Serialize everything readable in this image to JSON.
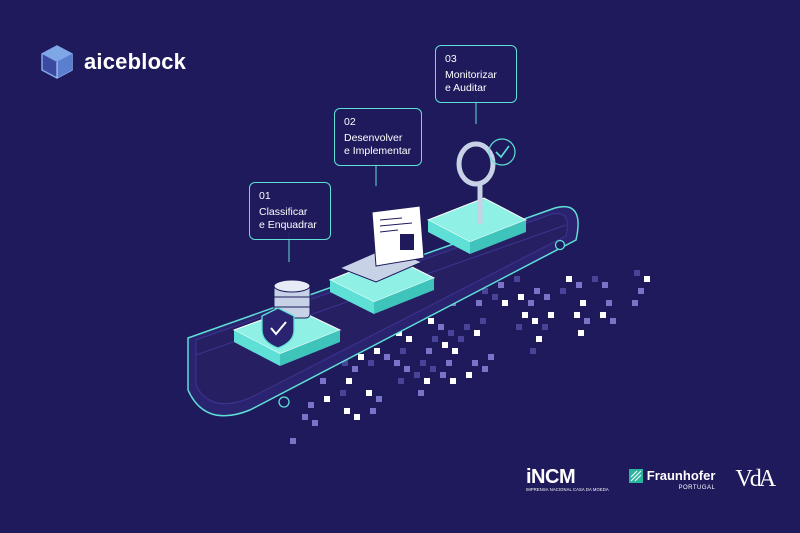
{
  "brand": {
    "name": "aiceblock",
    "logo_icon": "hexagon-cube-icon"
  },
  "steps": [
    {
      "number": "01",
      "line1": "Classificar",
      "line2": "e Enquadrar"
    },
    {
      "number": "02",
      "line1": "Desenvolver",
      "line2": "e Implementar"
    },
    {
      "number": "03",
      "line1": "Monitorizar",
      "line2": "e Auditar"
    }
  ],
  "partners": {
    "incm": {
      "name": "iNCM",
      "subtitle": "IMPRENSA NACIONAL CASA DA MOEDA"
    },
    "fraunhofer": {
      "name": "Fraunhofer",
      "subtitle": "PORTUGAL"
    },
    "vda": {
      "name": "VdA"
    }
  },
  "colors": {
    "background": "#1f1a5c",
    "accent": "#5fe0d6",
    "platform_top": "#8ff0e6",
    "belt": "#2a2470"
  }
}
